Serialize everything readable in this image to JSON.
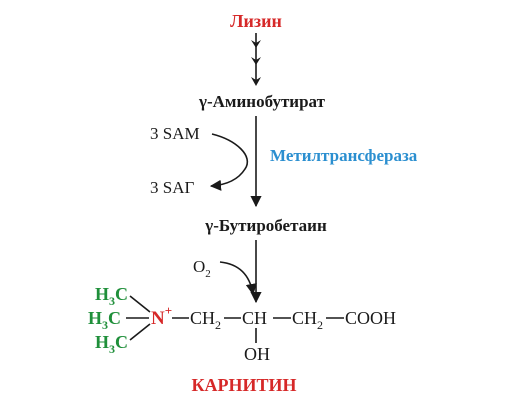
{
  "start_compound": "Лизин",
  "intermediate_1": "γ-Аминобутират",
  "cofactor_in": "3 SAM",
  "cofactor_out": "3 SAГ",
  "enzyme": "Метилтрансфераза",
  "intermediate_2": "γ-Бутиробетаин",
  "oxygen": {
    "symbol": "O",
    "subscript": "2"
  },
  "carnitine_formula": {
    "methyl_top": {
      "h": "H",
      "sub": "3",
      "c": "C"
    },
    "methyl_mid": {
      "h": "H",
      "sub": "3",
      "c": "C"
    },
    "methyl_bottom": {
      "h": "H",
      "sub": "3",
      "c": "C"
    },
    "nitrogen": "N",
    "charge": "+",
    "ch2_a": {
      "c": "CH",
      "sub": "2"
    },
    "ch": "CH",
    "ch2_b": {
      "c": "CH",
      "sub": "2"
    },
    "cooh": "COOH",
    "oh": "OH"
  },
  "product_name": "КАРНИТИН",
  "colors": {
    "start": "#d62828",
    "enzyme": "#2b8fd0",
    "methyl": "#1f8f3a",
    "product": "#d62828",
    "text": "#1a1a1a"
  }
}
